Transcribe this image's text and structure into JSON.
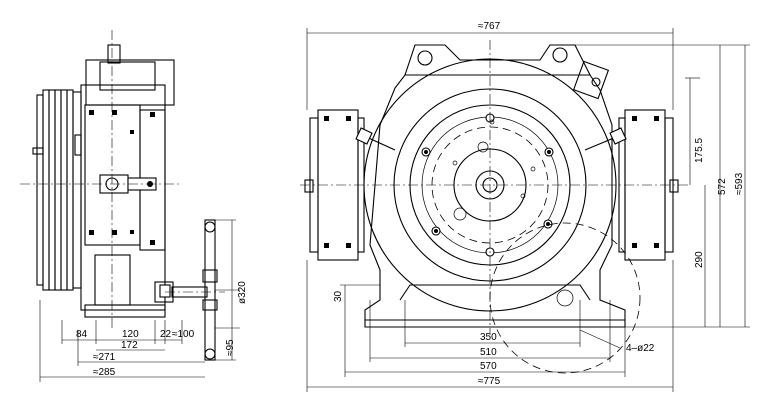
{
  "dimensions": {
    "top_width": "≈767",
    "bottom_width": "≈775",
    "base_570": "570",
    "base_510": "510",
    "base_350": "350",
    "height_30": "30",
    "height_290": "290",
    "height_175": "175.5",
    "height_572": "572",
    "height_593": "≈593",
    "holes": "4–ø22",
    "side_84": "84",
    "side_120": "120",
    "side_22": "22",
    "side_100": "≈100",
    "side_172": "172",
    "side_271": "≈271",
    "side_285": "≈285",
    "dia_320": "ø320",
    "dia_95": "≈95"
  }
}
